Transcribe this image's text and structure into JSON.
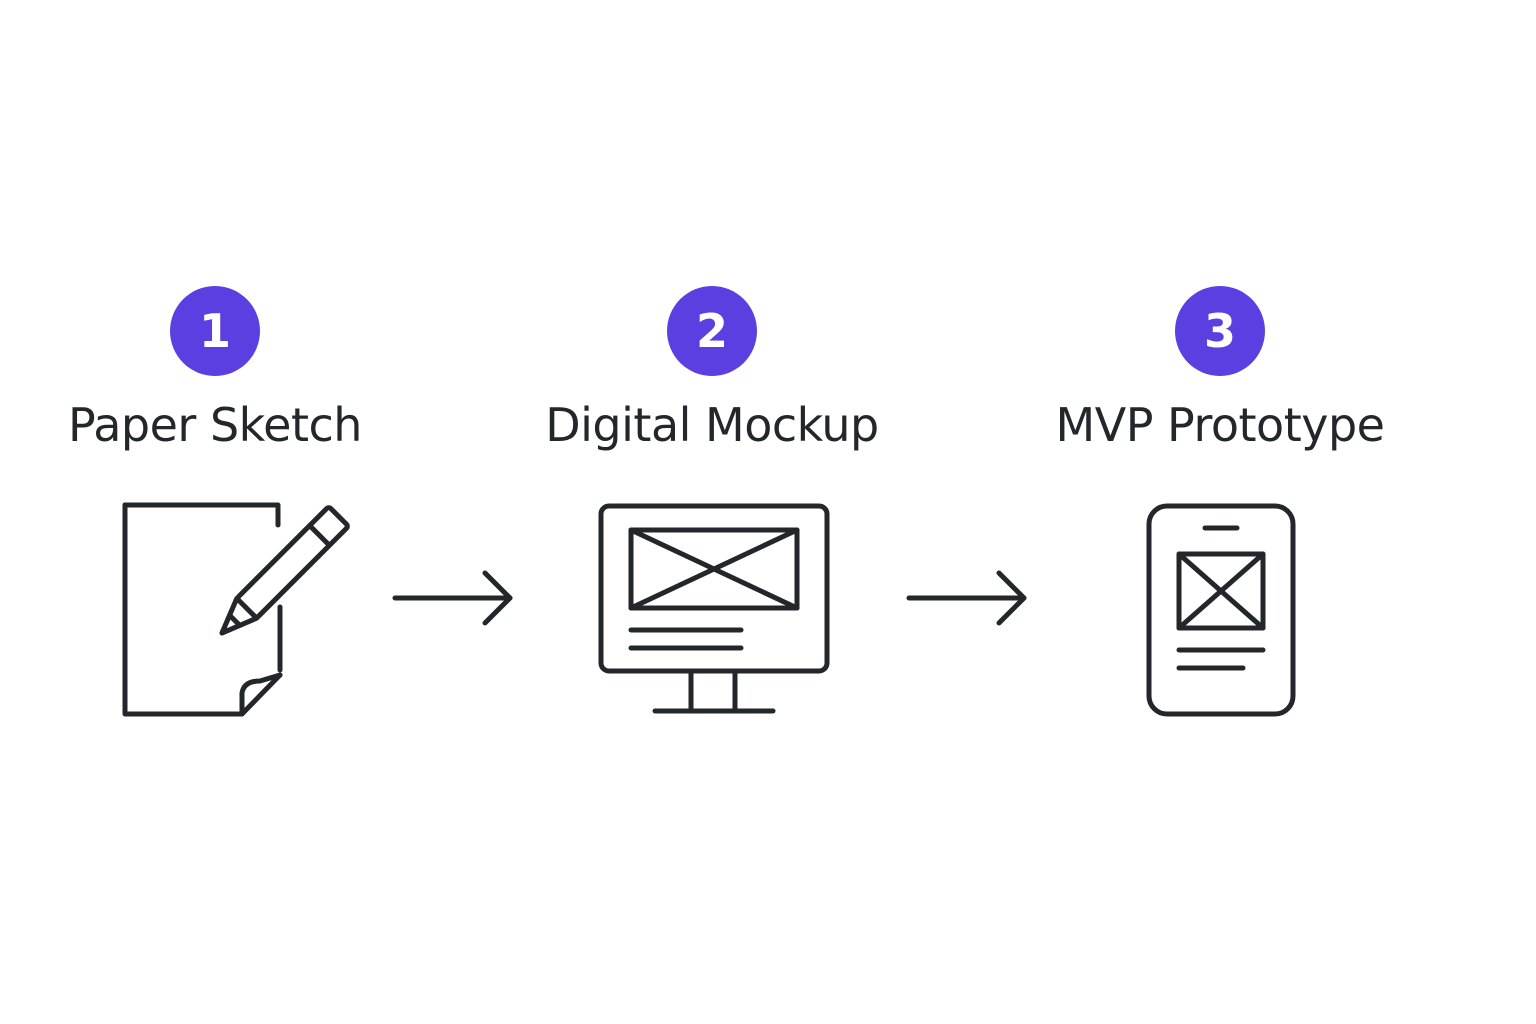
{
  "accent_color": "#5b3fe0",
  "stroke_color": "#23272b",
  "steps": [
    {
      "number": "1",
      "label": "Paper Sketch",
      "icon": "paper-pencil-icon"
    },
    {
      "number": "2",
      "label": "Digital Mockup",
      "icon": "desktop-monitor-icon"
    },
    {
      "number": "3",
      "label": "MVP Prototype",
      "icon": "mobile-phone-icon"
    }
  ],
  "connectors": [
    "right-arrow-icon",
    "right-arrow-icon"
  ]
}
